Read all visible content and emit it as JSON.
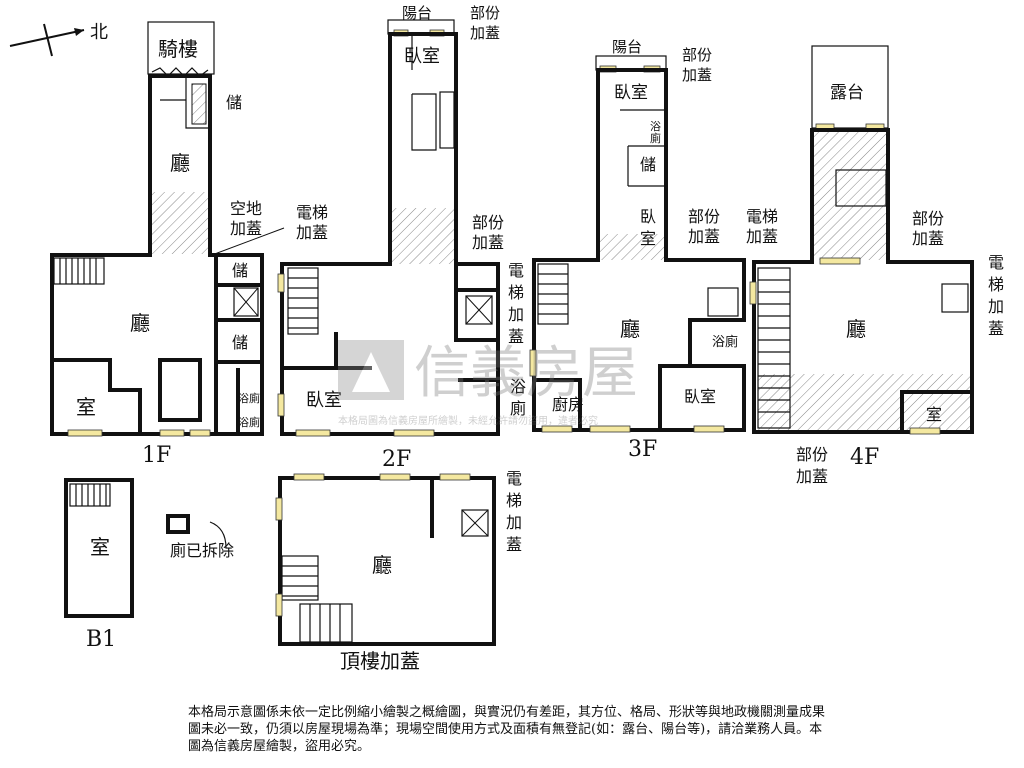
{
  "compass": {
    "north_label": "北"
  },
  "floors": {
    "f1": {
      "name": "1F",
      "rooms": {
        "arcade": "騎樓",
        "storage_top": "儲",
        "hall_top": "廳",
        "open_area": "空地\n加蓋",
        "storage_mid": "儲",
        "storage_low": "儲",
        "hall": "廳",
        "room": "室",
        "bath1": "浴廁",
        "bath2": "浴廁"
      }
    },
    "f2": {
      "name": "2F",
      "rooms": {
        "balcony": "陽台",
        "bedroom_top": "臥室",
        "bedroom": "臥室",
        "bath": "浴\n廁"
      },
      "partial_top": "部份\n加蓋",
      "partial_mid": "部份\n加蓋",
      "elevator": "電\n梯\n加\n蓋"
    },
    "f3": {
      "name": "3F",
      "rooms": {
        "balcony": "陽台",
        "bedroom_top": "臥室",
        "bath_small": "浴\n廁",
        "storage": "儲",
        "bedroom_mid": "臥\n室",
        "hall": "廳",
        "bath": "浴廁",
        "kitchen": "廚房",
        "bedroom": "臥室"
      },
      "partial_top": "部份\n加蓋",
      "partial_mid": "部份\n加蓋",
      "elevator": "電梯\n加蓋"
    },
    "f4": {
      "name": "4F",
      "rooms": {
        "terrace": "露台",
        "hall": "廳",
        "room": "室"
      },
      "partial_top": "部份\n加蓋",
      "partial_bottom": "部份\n加蓋",
      "elevator": "電\n梯\n加\n蓋"
    },
    "b1": {
      "name": "B1",
      "rooms": {
        "room": "室"
      },
      "removed": "廁已拆除"
    },
    "roof": {
      "name": "頂樓加蓋",
      "rooms": {
        "hall": "廳"
      },
      "elevator": "電\n梯\n加\n蓋"
    },
    "f1_elevator": "電梯\n加蓋"
  },
  "watermark": {
    "brand": "信義房屋",
    "notice": "本格局圖為信義房屋所繪製，未經允許請勿盜用，違者必究"
  },
  "disclaimer": "本格局示意圖係未依一定比例縮小繪製之概繪圖，與實況仍有差距，其方位、格局、形狀等與地政機關測量成果圖未必一致，仍須以房屋現場為準；現場空間使用方式及面積有無登記(如：露台、陽台等)，請洽業務人員。本圖為信義房屋繪製，盜用必究。"
}
